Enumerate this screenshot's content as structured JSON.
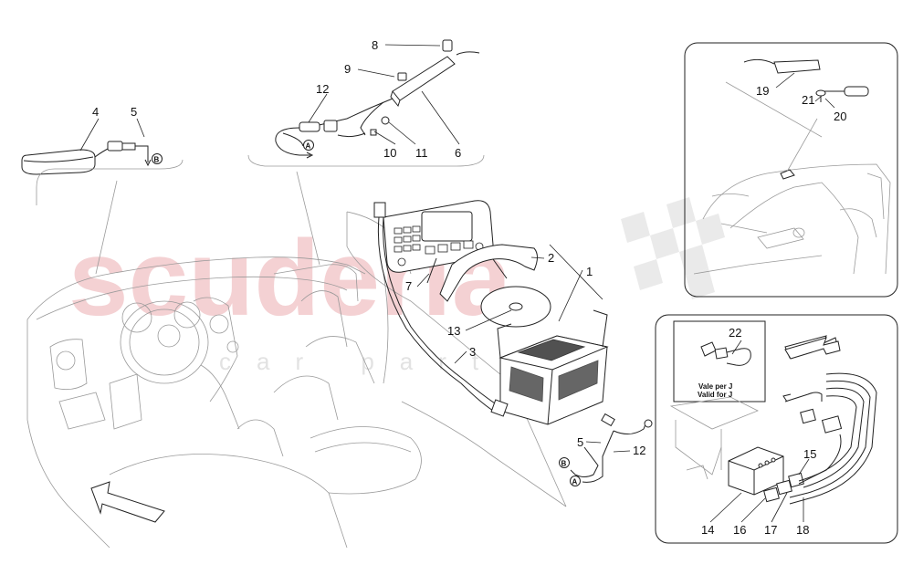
{
  "watermark": {
    "brand": "scuderia",
    "subtitle": "car parts"
  },
  "callouts": [
    "1",
    "2",
    "3",
    "4",
    "5",
    "5",
    "6",
    "7",
    "8",
    "9",
    "10",
    "11",
    "12",
    "12",
    "13",
    "14",
    "15",
    "16",
    "17",
    "18",
    "19",
    "20",
    "21",
    "22"
  ],
  "connector_markers": {
    "a": "A",
    "b": "B"
  },
  "note": {
    "line1": "Vale per J",
    "line2": "Valid for J"
  },
  "colors": {
    "line": "#222222",
    "watermark_red": "#e79aa0",
    "watermark_grey": "#cfcfcf",
    "checker": "#d9d9d9"
  }
}
